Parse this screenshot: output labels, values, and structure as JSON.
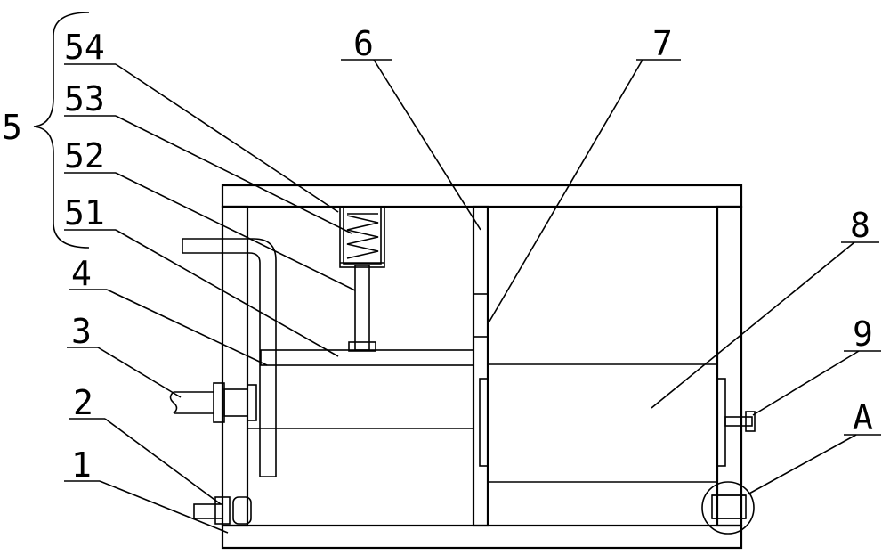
{
  "figure": {
    "type": "mechanical cross-section drawing",
    "labels": {
      "group_5": "5",
      "l54": "54",
      "l53": "53",
      "l52": "52",
      "l51": "51",
      "l4": "4",
      "l3": "3",
      "l2": "2",
      "l1": "1",
      "l6": "6",
      "l7": "7",
      "l8": "8",
      "l9": "9",
      "lA": "A"
    }
  },
  "colors": {
    "line": "#000000",
    "background": "#ffffff"
  }
}
